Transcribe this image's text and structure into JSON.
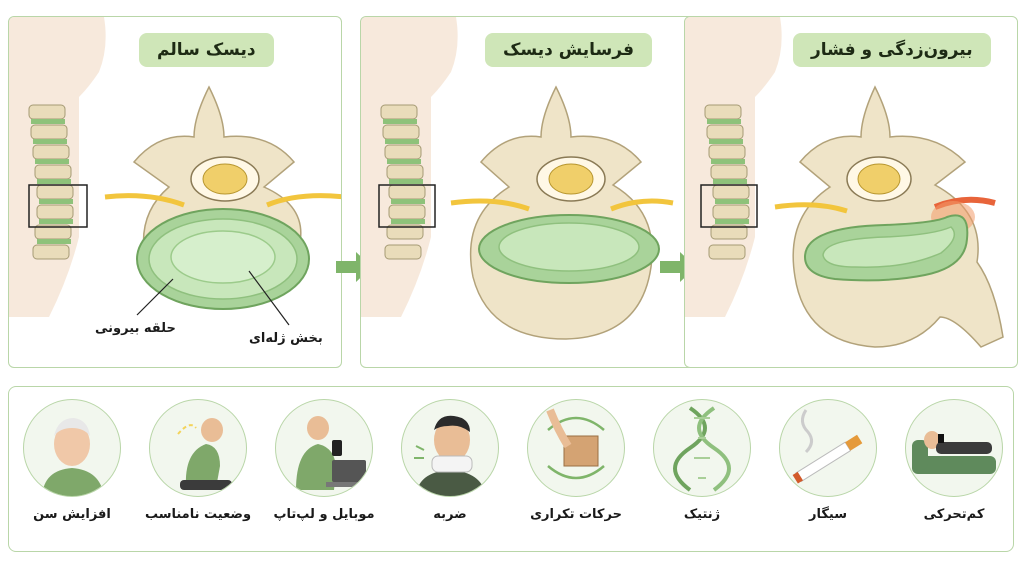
{
  "panels": [
    {
      "title": "دیسک سالم",
      "labels": [
        "حلقه بیرونی",
        "بخش ژله‌ای"
      ]
    },
    {
      "title": "فرسایش دیسک"
    },
    {
      "title": "بیرون‌زدگی و فشار"
    }
  ],
  "causes": [
    "افزایش سن",
    "وضعیت نامناسب",
    "موبایل و لپ‌تاپ",
    "ضربه",
    "حرکات تکراری",
    "ژنتیک",
    "سیگار",
    "کم‌تحرکی"
  ],
  "colors": {
    "border": "#b9d6a8",
    "pill": "#cfe6b8",
    "arrow": "#7fb56a",
    "disc": "#bfe0b0",
    "bone": "#efe4c8",
    "nerve": "#f2c53d",
    "inflamed": "#e8643a"
  }
}
